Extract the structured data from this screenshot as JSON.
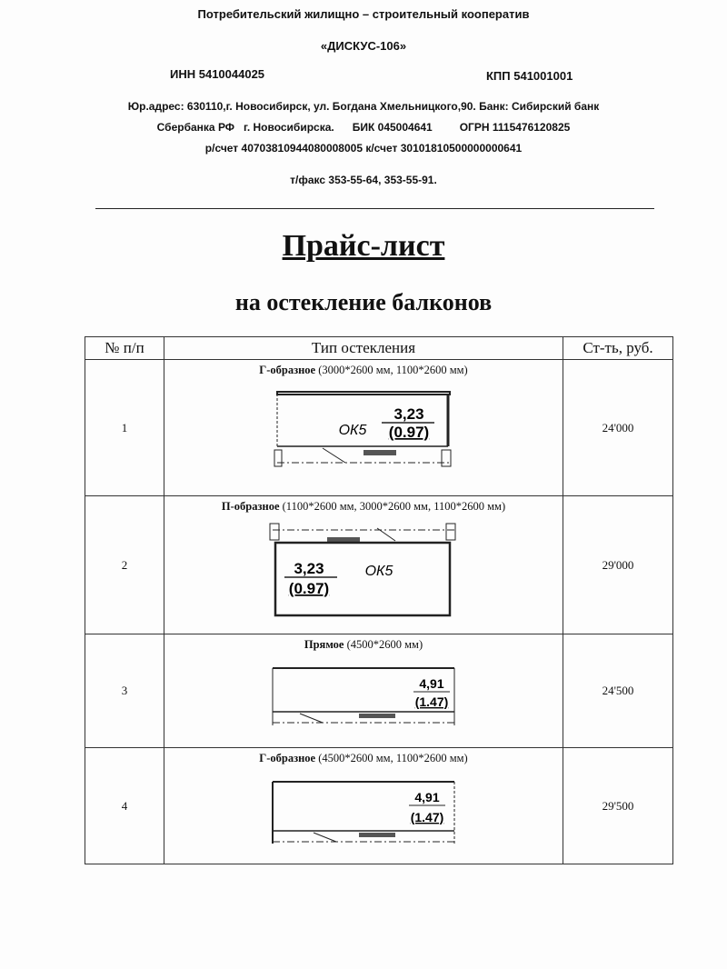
{
  "header": {
    "org_line": "Потребительский  жилищно – строительный кооператив",
    "org_name": "«ДИСКУС-106»",
    "inn": "ИНН 5410044025",
    "kpp": "КПП 541001001",
    "address": "Юр.адрес: 630110,г. Новосибирск, ул. Богдана Хмельницкого,90. Банк: Сибирский банк",
    "bank_line": "Сбербанка РФ   г. Новосибирска.      БИК 045004641         ОГРН 1115476120825",
    "accounts": "р/счет 40703810944080008005 к/счет 30101810500000000641",
    "phone": "т/факс  353-55-64, 353-55-91."
  },
  "title": "Прайс-лист",
  "subtitle": "на остекление балконов",
  "table": {
    "headers": [
      "№ п/п",
      "Тип остекления",
      "Ст-ть, руб."
    ],
    "rows": [
      {
        "num": "1",
        "type": "Г-образное",
        "dims": "(3000*2600 мм, 1100*2600 мм)",
        "area": "3,23",
        "area2": "(0.97)",
        "label": "ОК5",
        "price": "24'000"
      },
      {
        "num": "2",
        "type": "П-образное",
        "dims": "(1100*2600 мм, 3000*2600 мм, 1100*2600 мм)",
        "area": "3,23",
        "area2": "(0.97)",
        "label": "ОК5",
        "price": "29'000"
      },
      {
        "num": "3",
        "type": "Прямое",
        "dims": "(4500*2600 мм)",
        "area": "4,91",
        "area2": "(1.47)",
        "price": "24'500"
      },
      {
        "num": "4",
        "type": "Г-образное",
        "dims": "(4500*2600 мм, 1100*2600 мм)",
        "area": "4,91",
        "area2": "(1.47)",
        "price": "29'500"
      }
    ]
  }
}
